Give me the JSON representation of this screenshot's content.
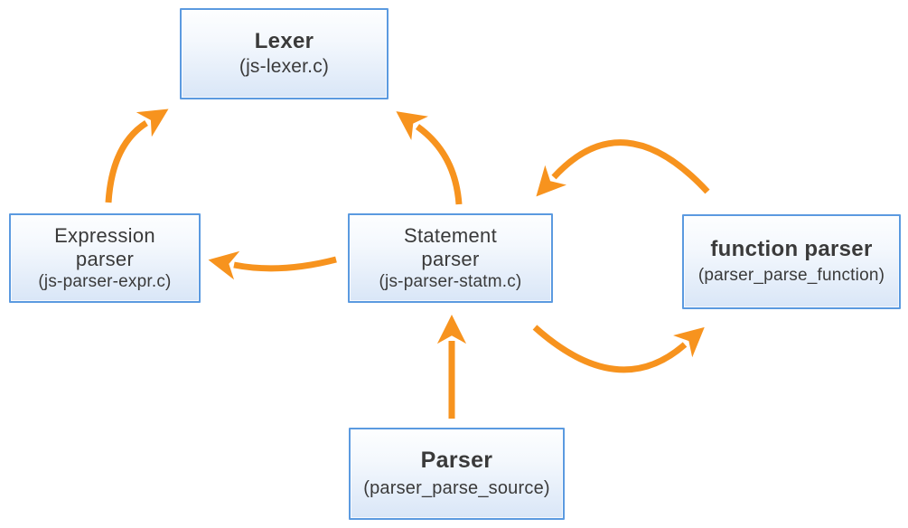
{
  "diagram": {
    "background_color": "#FFFFFF",
    "arrow_color": "#F7931E",
    "node_border_color": "#5B9AE0",
    "node_fill_top": "#FDFEFF",
    "node_fill_bottom": "#D9E6F7",
    "text_color": "#3A3A3A",
    "nodes": {
      "lexer": {
        "title": "Lexer",
        "subtitle": "(js-lexer.c)"
      },
      "expression_parser": {
        "title": "Expression\nparser",
        "subtitle": "(js-parser-expr.c)"
      },
      "statement_parser": {
        "title": "Statement\nparser",
        "subtitle": "(js-parser-statm.c)"
      },
      "function_parser": {
        "title": "function parser",
        "subtitle": "(parser_parse_function)"
      },
      "parser": {
        "title": "Parser",
        "subtitle": "(parser_parse_source)"
      }
    },
    "edges": [
      {
        "from": "expression_parser",
        "to": "lexer",
        "style": "curved"
      },
      {
        "from": "statement_parser",
        "to": "lexer",
        "style": "curved"
      },
      {
        "from": "statement_parser",
        "to": "expression_parser",
        "style": "curved"
      },
      {
        "from": "function_parser",
        "to": "statement_parser",
        "style": "curved-loop-top"
      },
      {
        "from": "statement_parser",
        "to": "function_parser",
        "style": "curved-loop-bottom"
      },
      {
        "from": "parser",
        "to": "statement_parser",
        "style": "straight"
      }
    ]
  }
}
